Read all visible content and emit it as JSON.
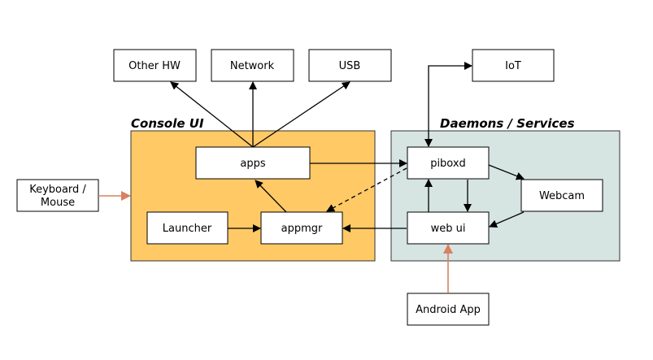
{
  "groups": {
    "console": {
      "title": "Console UI",
      "fill": "#ffc966",
      "stroke": "#333333"
    },
    "daemons": {
      "title": "Daemons / Services",
      "fill": "#d6e4e2",
      "stroke": "#333333"
    }
  },
  "nodes": {
    "other_hw": "Other HW",
    "network": "Network",
    "usb": "USB",
    "iot": "IoT",
    "apps": "apps",
    "piboxd": "piboxd",
    "keyboard_line1": "Keyboard /",
    "keyboard_line2": "Mouse",
    "webcam": "Webcam",
    "launcher": "Launcher",
    "appmgr": "appmgr",
    "web_ui": "web ui",
    "android_app": "Android App"
  },
  "colors": {
    "external_arrow": "#d98060",
    "arrow": "#000000",
    "box_fill": "#ffffff",
    "box_stroke": "#000000"
  }
}
